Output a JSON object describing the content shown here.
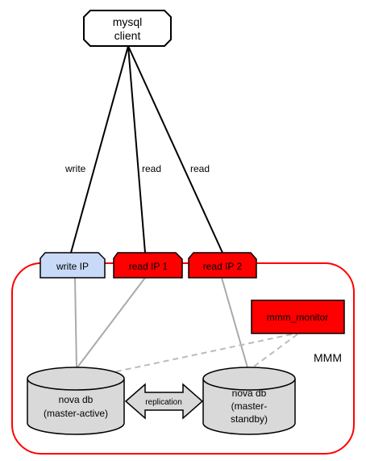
{
  "colors": {
    "red": "#ff0000",
    "light_blue": "#c9daf8",
    "gray_fill": "#d9d9d9",
    "gray_line": "#aaaaaa",
    "black": "#000000"
  },
  "client": {
    "line1": "mysql",
    "line2": "client"
  },
  "edges": {
    "write": "write",
    "read_1": "read",
    "read_2": "read"
  },
  "ip_tags": {
    "write": "write IP",
    "read_1": "read IP 1",
    "read_2": "read IP 2"
  },
  "monitor": {
    "label": "mmm_monitor"
  },
  "cluster": {
    "label": "MMM"
  },
  "db_active": {
    "line1": "nova db",
    "line2": "(master-active)"
  },
  "db_standby": {
    "line1": "nova db",
    "line2": "(master-",
    "line3": "standby)"
  },
  "replication": {
    "label": "replication"
  }
}
